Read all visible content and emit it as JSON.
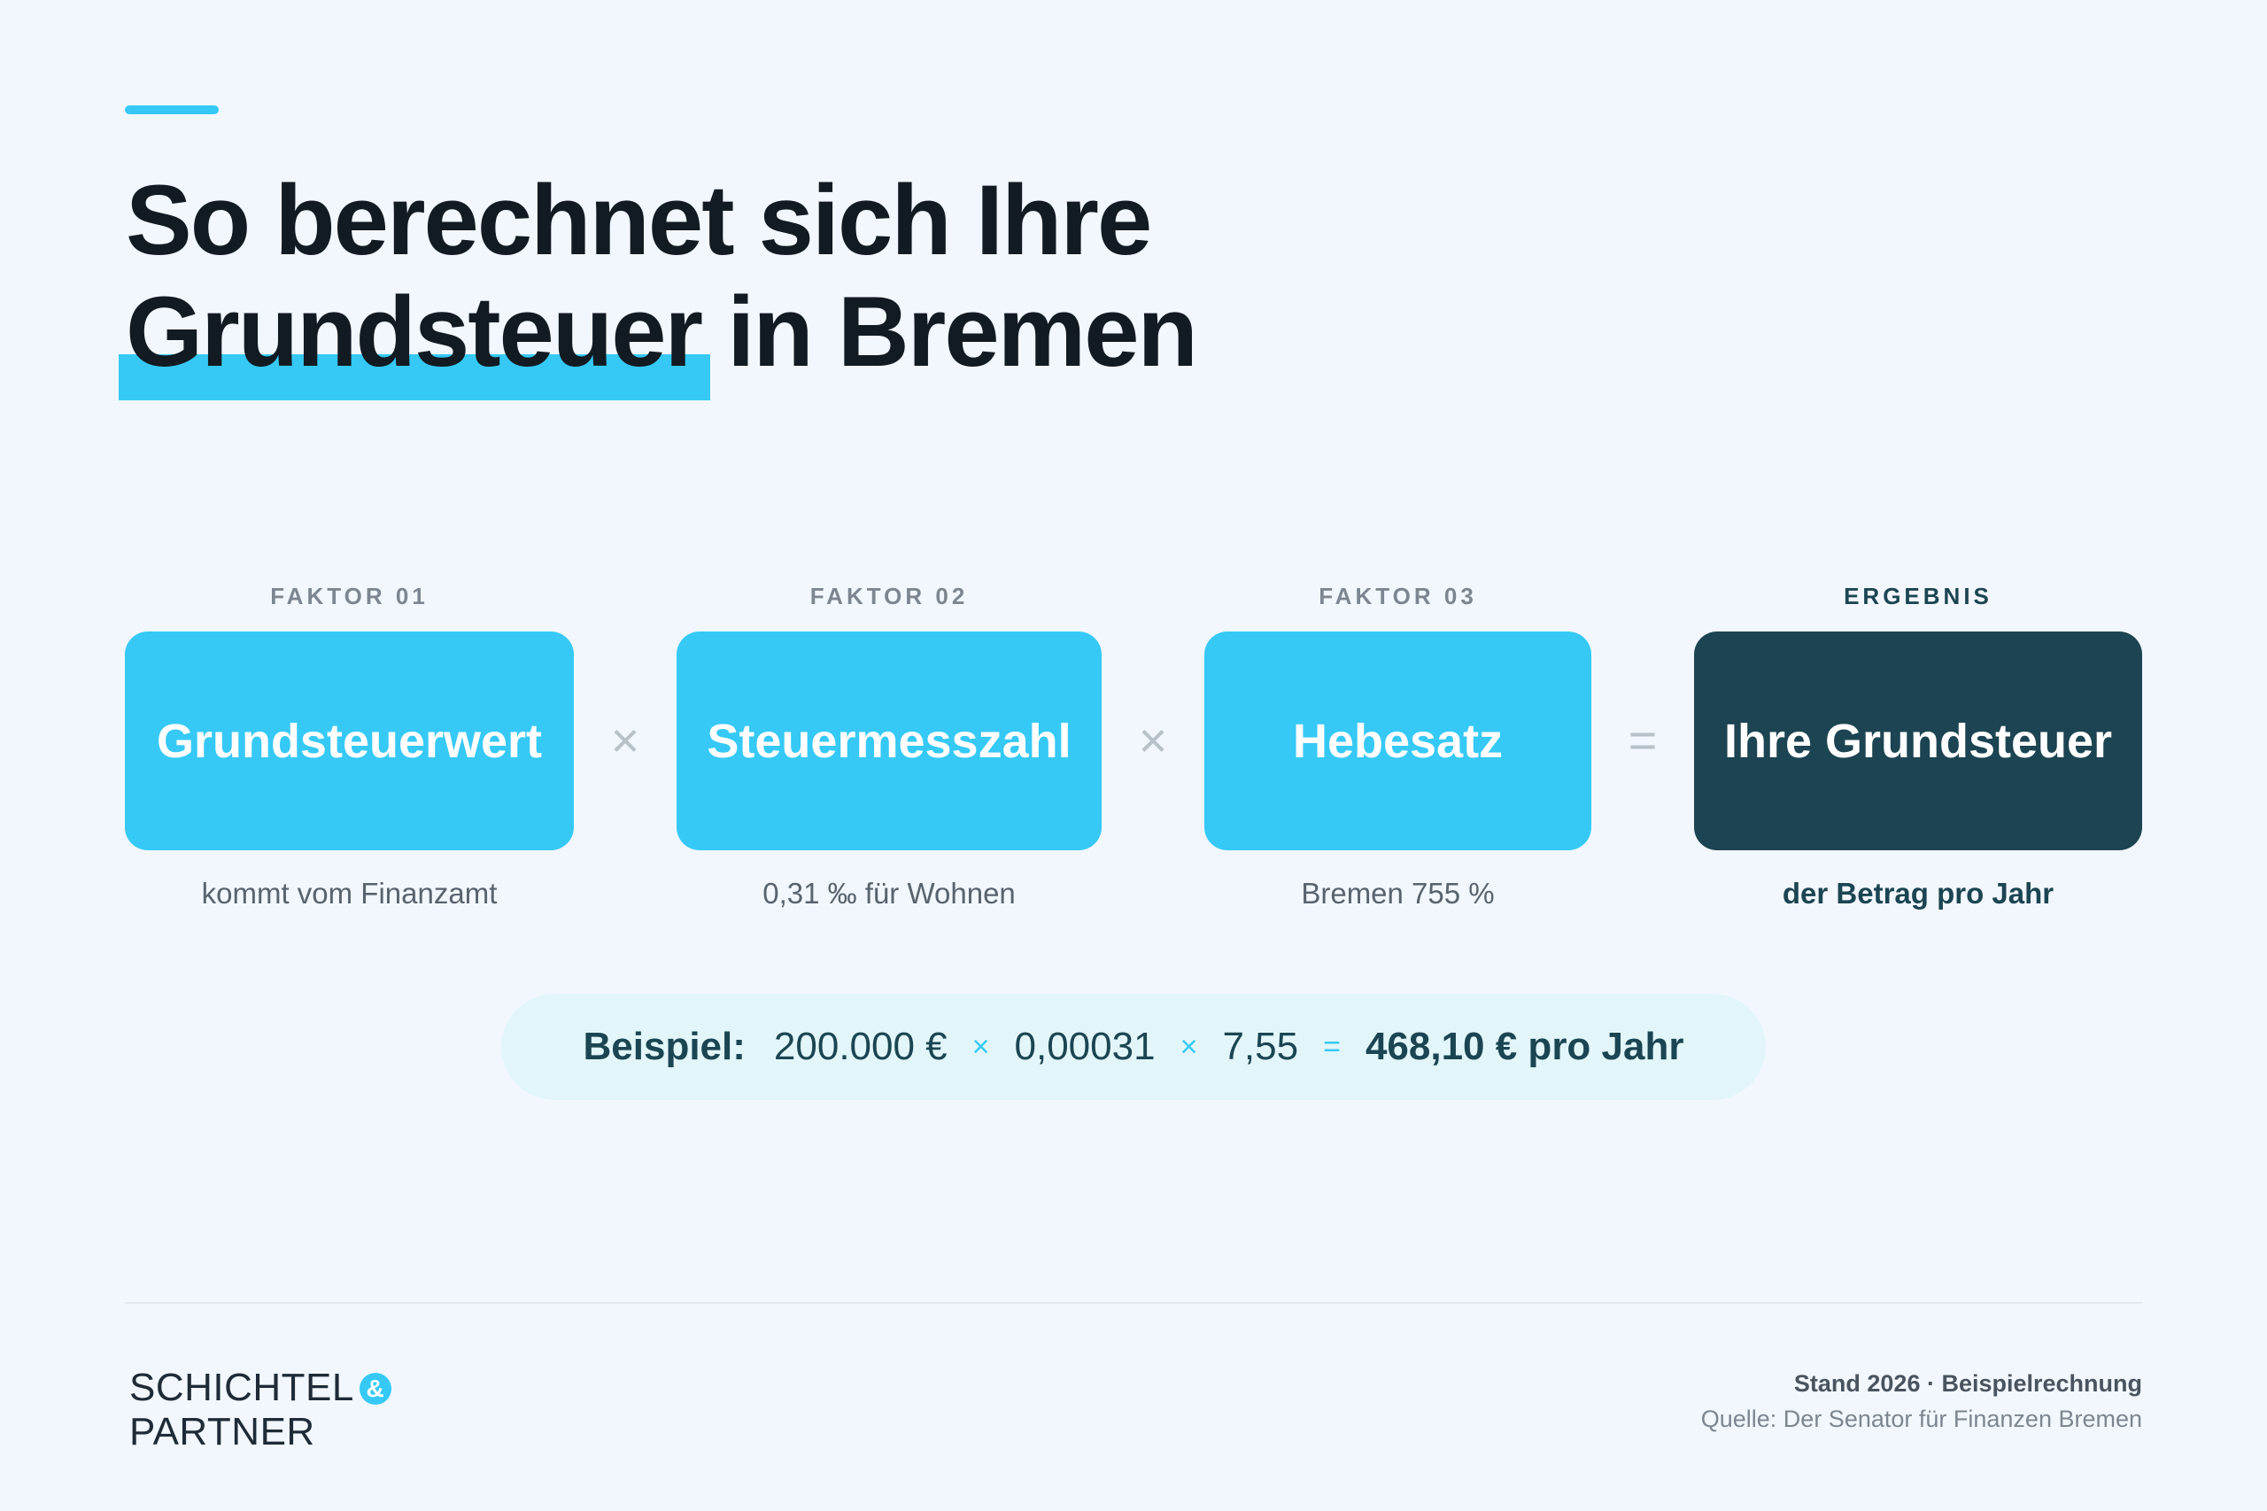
{
  "title": {
    "line1": "So berechnet sich Ihre",
    "line2_highlight": "Grundsteuer",
    "line2_rest": " in Bremen"
  },
  "columns": [
    {
      "label": "FAKTOR 01",
      "box": "Grundsteuerwert",
      "sub": "kommt vom Finanzamt"
    },
    {
      "label": "FAKTOR 02",
      "box": "Steuermesszahl",
      "sub": "0,31 ‰ für Wohnen"
    },
    {
      "label": "FAKTOR 03",
      "box": "Hebesatz",
      "sub": "Bremen 755 %"
    },
    {
      "label": "ERGEBNIS",
      "box": "Ihre Grundsteuer",
      "sub": "der Betrag pro Jahr"
    }
  ],
  "operators": [
    "×",
    "×",
    "="
  ],
  "example": {
    "label": "Beispiel:",
    "value1": "200.000 €",
    "op1": "×",
    "value2": "0,00031",
    "op2": "×",
    "value3": "7,55",
    "op3": "=",
    "result": "468,10 € pro Jahr"
  },
  "logo": {
    "line1": "SCHICHTEL",
    "amp": "&",
    "line2": "PARTNER"
  },
  "footer": {
    "stand": "Stand 2026 · Beispielrechnung",
    "quelle": "Quelle: Der Senator für Finanzen Bremen"
  },
  "colors": {
    "accent": "#36c9f5",
    "result_box": "#1c4452",
    "background": "#f2f7fd"
  }
}
